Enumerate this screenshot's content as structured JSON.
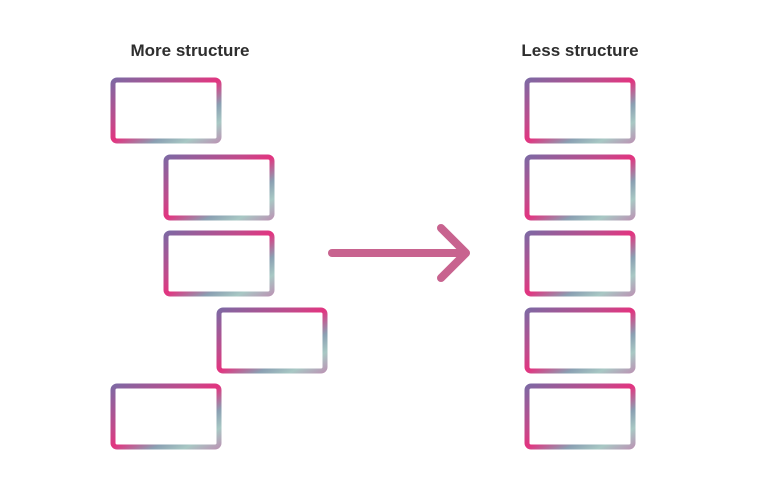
{
  "headings": {
    "left": "More structure",
    "right": "Less structure"
  },
  "colors": {
    "gradient_top_right": "#e4347f",
    "gradient_top_left": "#8a6aa0",
    "gradient_bottom_left": "#7e98ab",
    "gradient_bottom_mid": "#9ec6c2",
    "gradient_bottom_right": "#b79ab5",
    "arrow": "#c8638f"
  },
  "left_column": {
    "box_count": 5
  },
  "right_column": {
    "box_count": 5
  }
}
